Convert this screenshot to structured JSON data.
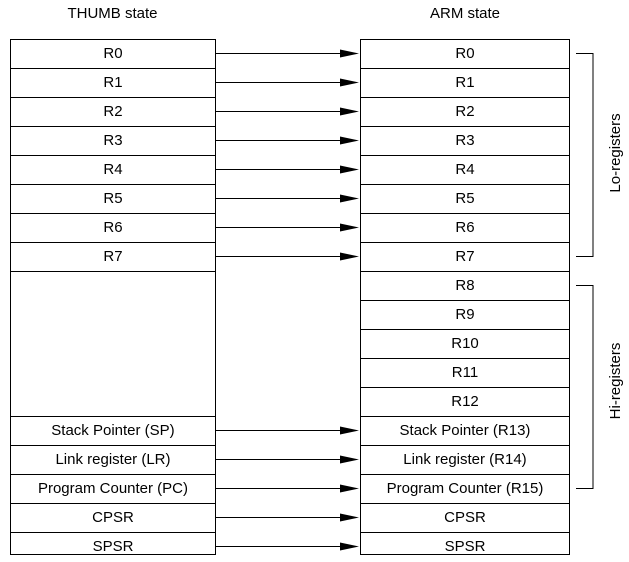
{
  "thumb": {
    "title": "THUMB state",
    "lo": [
      "R0",
      "R1",
      "R2",
      "R3",
      "R4",
      "R5",
      "R6",
      "R7"
    ],
    "special": [
      "Stack Pointer (SP)",
      "Link register (LR)",
      "Program Counter (PC)",
      "CPSR",
      "SPSR"
    ]
  },
  "arm": {
    "title": "ARM state",
    "lo": [
      "R0",
      "R1",
      "R2",
      "R3",
      "R4",
      "R5",
      "R6",
      "R7"
    ],
    "hi": [
      "R8",
      "R9",
      "R10",
      "R11",
      "R12"
    ],
    "special": [
      "Stack Pointer (R13)",
      "Link register (R14)",
      "Program Counter (R15)",
      "CPSR",
      "SPSR"
    ]
  },
  "groups": {
    "lo_label": "Lo-registers",
    "hi_label": "Hi-registers"
  }
}
